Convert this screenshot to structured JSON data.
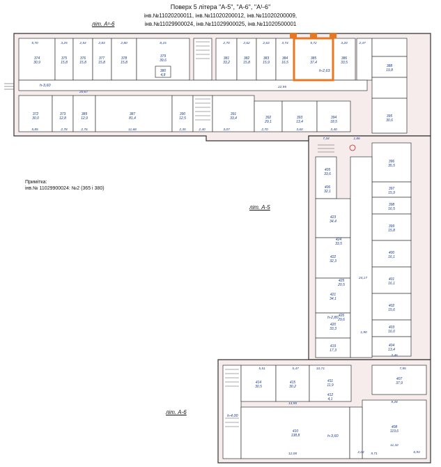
{
  "header": {
    "title": "Поверх 5 літера \"А-5\", \"А-6\", \"А¹-6\"",
    "line2": "інв.№11020200011, інв.№11020200012, інв.№11020200009,",
    "line3": "інв.№11029900024, інв.№11029900025, інв.№11020500001"
  },
  "note": {
    "title": "Примітка:",
    "text": "інв.№ 11029900024: №2 (365 і 380)"
  },
  "labels": {
    "lit_a1_6": "літ. А¹-6",
    "lit_a5": "літ. А-5",
    "lit_a6": "літ. А-6"
  },
  "heights": {
    "h1": "h-3,60",
    "h2": "h-2,63",
    "h3": "h-2,80",
    "h4": "h-3,60",
    "h5": "h-4,00"
  },
  "colors": {
    "wall": "#333333",
    "wall_fill": "#f6ecec",
    "highlight": "#e87722"
  },
  "rooms": [
    {
      "id": "374",
      "area": "30,9"
    },
    {
      "id": "375",
      "area": "15,8"
    },
    {
      "id": "376",
      "area": "15,8"
    },
    {
      "id": "377",
      "area": "15,8"
    },
    {
      "id": "378",
      "area": "15,8"
    },
    {
      "id": "379",
      "area": "39,6"
    },
    {
      "id": "380",
      "area": "4,8"
    },
    {
      "id": "381",
      "area": "33,2"
    },
    {
      "id": "382",
      "area": "15,8"
    },
    {
      "id": "383",
      "area": "15,9"
    },
    {
      "id": "384",
      "area": "16,5"
    },
    {
      "id": "385",
      "area": "37,4"
    },
    {
      "id": "386",
      "area": "33,5"
    },
    {
      "id": "387",
      "area": "81,4"
    },
    {
      "id": "388",
      "area": "19,8"
    },
    {
      "id": "372",
      "area": "30,0"
    },
    {
      "id": "373",
      "area": "12,8"
    },
    {
      "id": "389",
      "area": "12,9"
    },
    {
      "id": "390",
      "area": "12,5"
    },
    {
      "id": "391",
      "area": "33,4"
    },
    {
      "id": "392",
      "area": "29,1"
    },
    {
      "id": "393",
      "area": "13,4"
    },
    {
      "id": "394",
      "area": "18,5"
    },
    {
      "id": "395",
      "area": "30,6"
    },
    {
      "id": "396",
      "area": "35,5"
    },
    {
      "id": "397",
      "area": "15,9"
    },
    {
      "id": "398",
      "area": "16,5"
    },
    {
      "id": "399",
      "area": "15,8"
    },
    {
      "id": "400",
      "area": "16,1"
    },
    {
      "id": "401",
      "area": "16,1"
    },
    {
      "id": "402",
      "area": "15,6"
    },
    {
      "id": "403",
      "area": "16,0"
    },
    {
      "id": "404",
      "area": "13,4"
    },
    {
      "id": "405",
      "area": "33,6"
    },
    {
      "id": "406",
      "area": "32,1"
    },
    {
      "id": "407",
      "area": "37,9"
    },
    {
      "id": "408",
      "area": "119,6"
    },
    {
      "id": "410",
      "area": "138,8"
    },
    {
      "id": "411",
      "area": "11,9"
    },
    {
      "id": "412",
      "area": "4,1"
    },
    {
      "id": "414",
      "area": "30,5"
    },
    {
      "id": "415",
      "area": "30,2"
    },
    {
      "id": "419",
      "area": "17,3"
    },
    {
      "id": "420",
      "area": "33,3"
    },
    {
      "id": "421",
      "area": "34,1"
    },
    {
      "id": "422",
      "area": "32,3"
    },
    {
      "id": "423",
      "area": "34,4"
    },
    {
      "id": "424",
      "area": "33,5"
    },
    {
      "id": "425",
      "area": "20,5"
    },
    {
      "id": "426",
      "area": "29,6"
    }
  ],
  "dims": [
    "5,70",
    "3,25",
    "2,54",
    "2,83",
    "2,80",
    "8,15",
    "2,70",
    "2,62",
    "2,63",
    "3,74",
    "5,72",
    "3,20",
    "2,47",
    "20,67",
    "22,95",
    "5,85",
    "2,78",
    "2,76",
    "11,68",
    "2,35",
    "2,40",
    "3,07",
    "2,70",
    "3,60",
    "3,40",
    "7,34",
    "1,86",
    "13,95",
    "12,08",
    "9,28",
    "11,32",
    "6,93",
    "10,71",
    "7,95",
    "5,51",
    "5,47",
    "2,04",
    "24,17",
    "1,90",
    "3,46",
    "9,71"
  ]
}
